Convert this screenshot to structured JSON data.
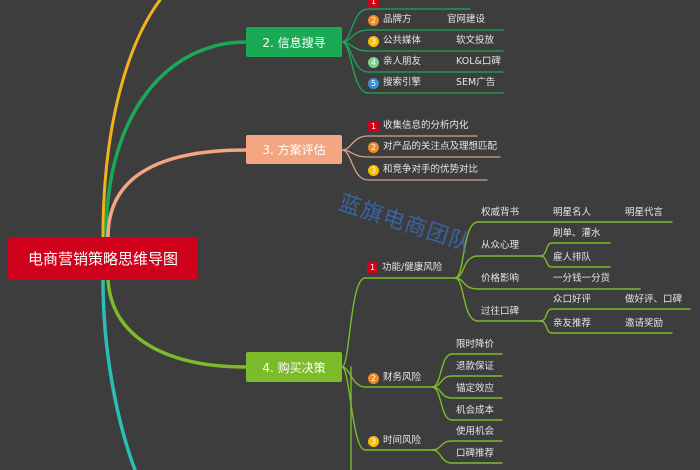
{
  "root": {
    "title": "电商营销策略思维导图"
  },
  "colors": {
    "background": "#3d3d3d",
    "root": "#d0021b",
    "branch2": "#1aaa55",
    "branch3": "#f4a582",
    "branch4": "#7cbb2a",
    "branch1": "#f2b21c",
    "branch5": "#2bbfb3",
    "watermark": "#3b6fc4"
  },
  "watermark": "蓝旗电商团队",
  "branch2": {
    "label": "2. 信息搜寻",
    "items": [
      {
        "num": "1",
        "label": "",
        "detail": ""
      },
      {
        "num": "2",
        "label": "品牌方",
        "detail": "官网建设"
      },
      {
        "num": "3",
        "label": "公共媒体",
        "detail": "软文投放"
      },
      {
        "num": "4",
        "label": "亲人朋友",
        "detail": "KOL&口碑"
      },
      {
        "num": "5",
        "label": "搜索引擎",
        "detail": "SEM广告"
      }
    ]
  },
  "branch3": {
    "label": "3. 方案评估",
    "items": [
      {
        "num": "1",
        "label": "收集信息的分析内化"
      },
      {
        "num": "2",
        "label": "对产品的关注点及理想匹配"
      },
      {
        "num": "3",
        "label": "和竞争对手的优势对比"
      }
    ]
  },
  "branch4": {
    "label": "4. 购买决策",
    "risk1": {
      "num": "1",
      "label": "功能/健康风险",
      "authority": {
        "label": "权威背书",
        "a": "明星名人",
        "b": "明星代言"
      },
      "herd": {
        "label": "从众心理",
        "a": "刷单、灌水",
        "b": "雇人排队"
      },
      "price": {
        "label": "价格影响",
        "a": "一分钱一分货"
      },
      "reputation": {
        "label": "过往口碑",
        "a": "众口好评",
        "a2": "做好评、口碑",
        "b": "亲友推荐",
        "b2": "邀请奖励"
      }
    },
    "risk2": {
      "num": "2",
      "label": "财务风险",
      "items": [
        "限时降价",
        "退款保证",
        "锚定效应",
        "机会成本"
      ]
    },
    "risk3": {
      "num": "3",
      "label": "时间风险",
      "items": [
        "使用机会",
        "口碑推荐"
      ]
    }
  }
}
